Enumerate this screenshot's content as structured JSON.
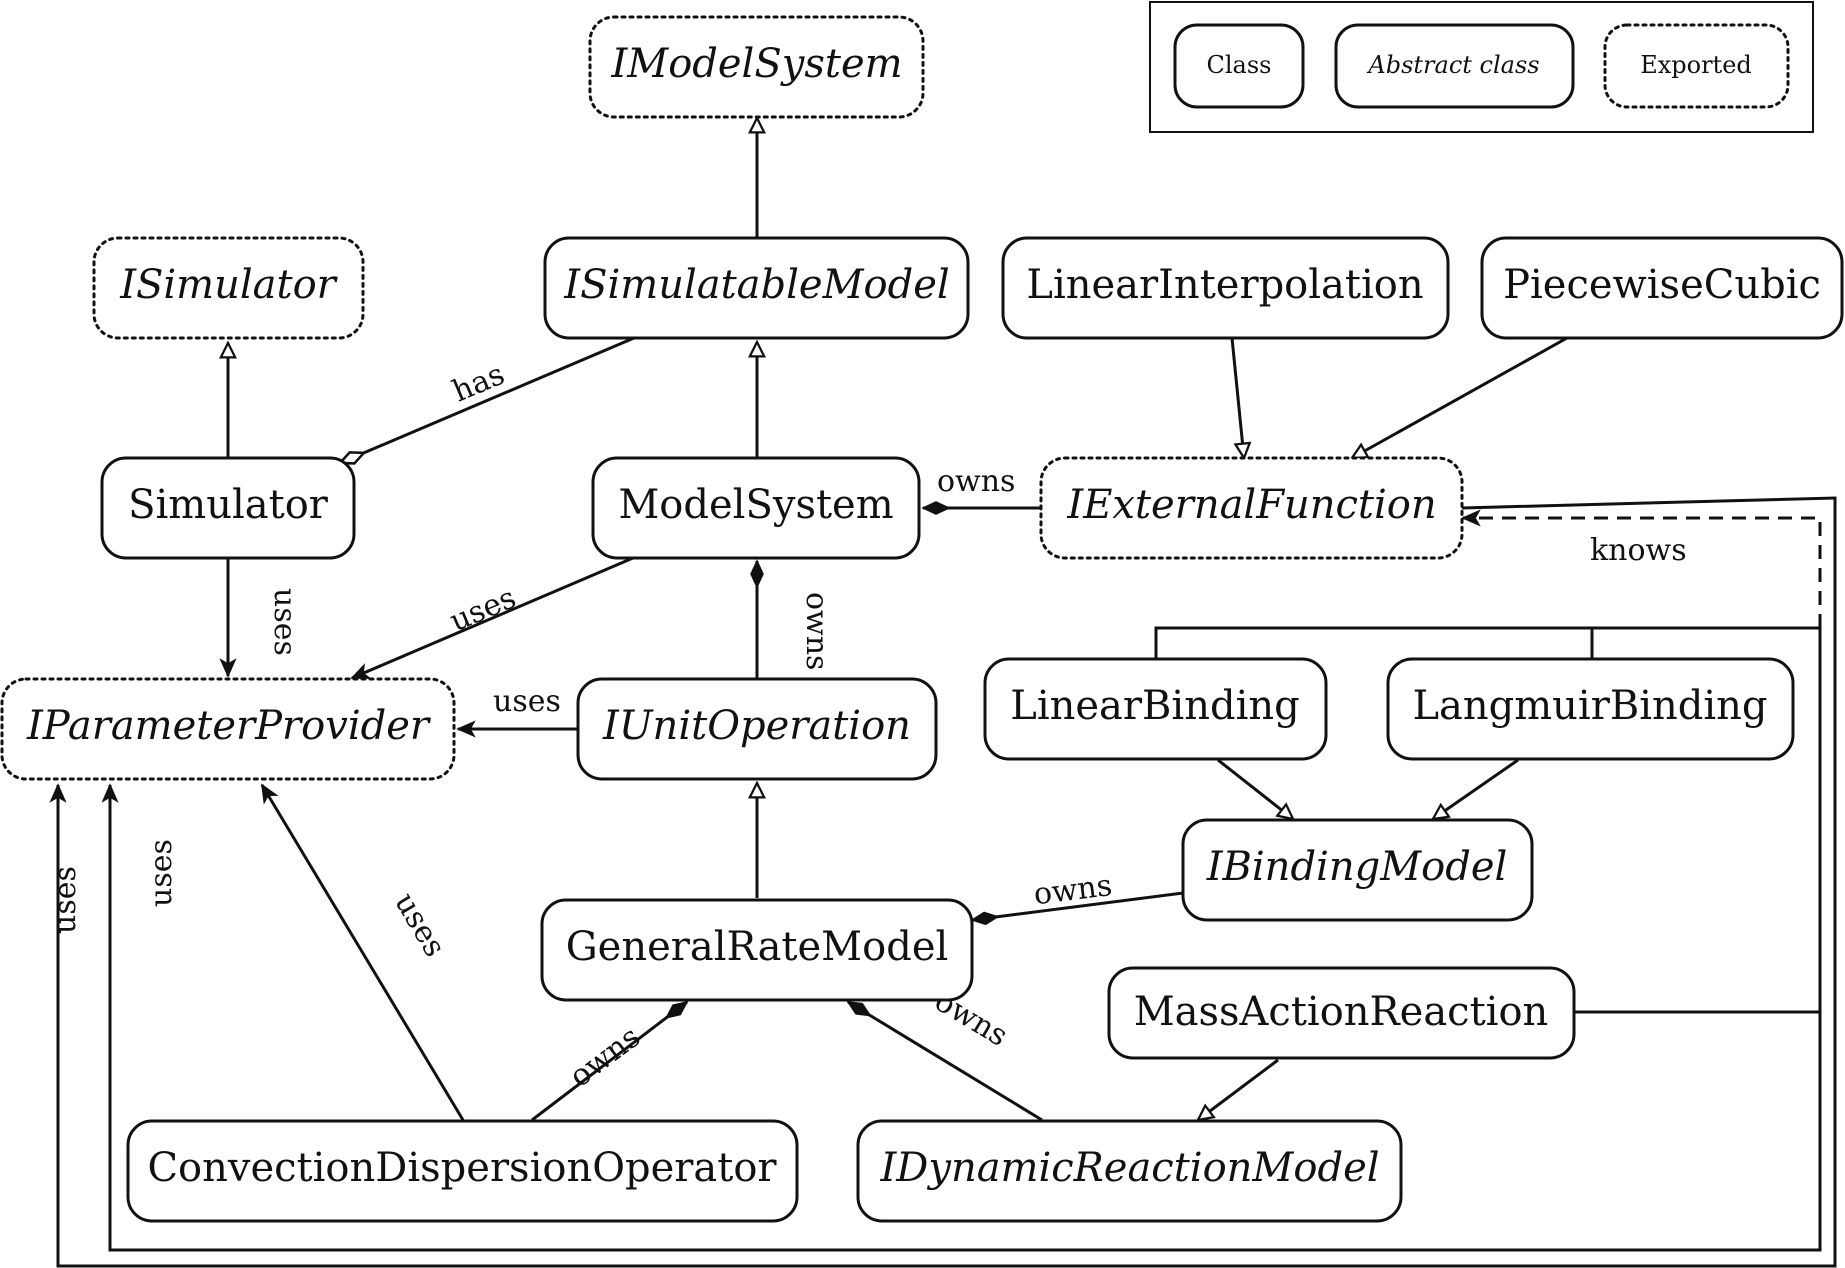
{
  "nodes": {
    "IModelSystem": {
      "label": "IModelSystem",
      "kind": "exported"
    },
    "ISimulator": {
      "label": "ISimulator",
      "kind": "exported"
    },
    "ISimulatableModel": {
      "label": "ISimulatableModel",
      "kind": "abstract"
    },
    "LinearInterpolation": {
      "label": "LinearInterpolation",
      "kind": "class"
    },
    "PiecewiseCubic": {
      "label": "PiecewiseCubic",
      "kind": "class"
    },
    "Simulator": {
      "label": "Simulator",
      "kind": "class"
    },
    "ModelSystem": {
      "label": "ModelSystem",
      "kind": "class"
    },
    "IExternalFunction": {
      "label": "IExternalFunction",
      "kind": "exported"
    },
    "IParameterProvider": {
      "label": "IParameterProvider",
      "kind": "exported"
    },
    "IUnitOperation": {
      "label": "IUnitOperation",
      "kind": "abstract"
    },
    "LinearBinding": {
      "label": "LinearBinding",
      "kind": "class"
    },
    "LangmuirBinding": {
      "label": "LangmuirBinding",
      "kind": "class"
    },
    "IBindingModel": {
      "label": "IBindingModel",
      "kind": "abstract"
    },
    "GeneralRateModel": {
      "label": "GeneralRateModel",
      "kind": "class"
    },
    "MassActionReaction": {
      "label": "MassActionReaction",
      "kind": "class"
    },
    "ConvectionDispersionOperator": {
      "label": "ConvectionDispersionOperator",
      "kind": "class"
    },
    "IDynamicReactionModel": {
      "label": "IDynamicReactionModel",
      "kind": "abstract"
    }
  },
  "edge_labels": {
    "has": "has",
    "simulator_uses": "uses",
    "modelsystem_uses": "uses",
    "modelsystem_owns_extfun": "owns",
    "modelsystem_owns_unitop": "owns",
    "unitop_uses": "uses",
    "knows": "knows",
    "grm_owns_binding": "owns",
    "grm_owns_cdo": "owns",
    "grm_owns_reaction": "owns",
    "cdo_uses": "uses",
    "bottom_uses_1": "uses",
    "bottom_uses_2": "uses"
  },
  "legend": {
    "class": "Class",
    "abstract": "Abstract class",
    "exported": "Exported"
  }
}
